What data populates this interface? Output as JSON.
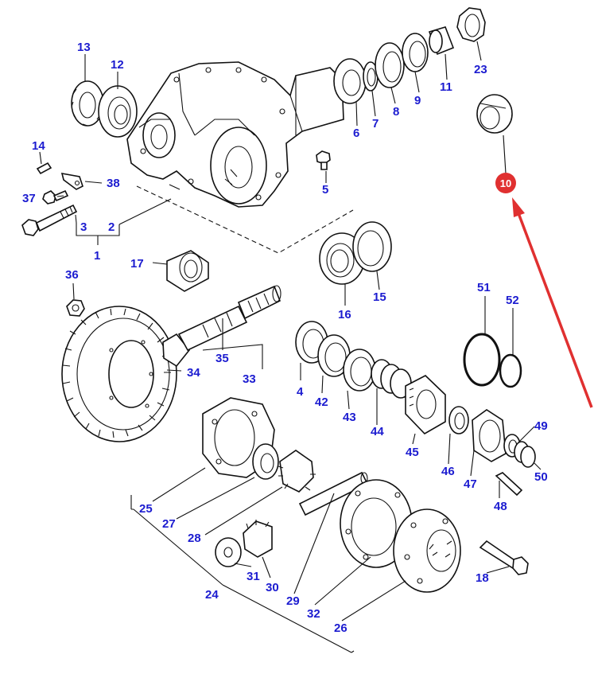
{
  "colors": {
    "label": "#1c1cd0",
    "highlight_badge": "#e03030",
    "highlight_arrow": "#e03030",
    "line": "#111111"
  },
  "highlighted_part": "10",
  "labels": {
    "l1": "1",
    "l2": "2",
    "l3": "3",
    "l4": "4",
    "l5": "5",
    "l6": "6",
    "l7": "7",
    "l8": "8",
    "l9": "9",
    "l10": "10",
    "l11": "11",
    "l12": "12",
    "l13": "13",
    "l14": "14",
    "l15": "15",
    "l16": "16",
    "l17": "17",
    "l18": "18",
    "l23": "23",
    "l24": "24",
    "l25": "25",
    "l26": "26",
    "l27": "27",
    "l28": "28",
    "l29": "29",
    "l30": "30",
    "l31": "31",
    "l32": "32",
    "l33": "33",
    "l34": "34",
    "l35": "35",
    "l36": "36",
    "l37": "37",
    "l38": "38",
    "l42": "42",
    "l43": "43",
    "l44": "44",
    "l45": "45",
    "l46": "46",
    "l47": "47",
    "l48": "48",
    "l49": "49",
    "l50": "50",
    "l51": "51",
    "l52": "52"
  }
}
